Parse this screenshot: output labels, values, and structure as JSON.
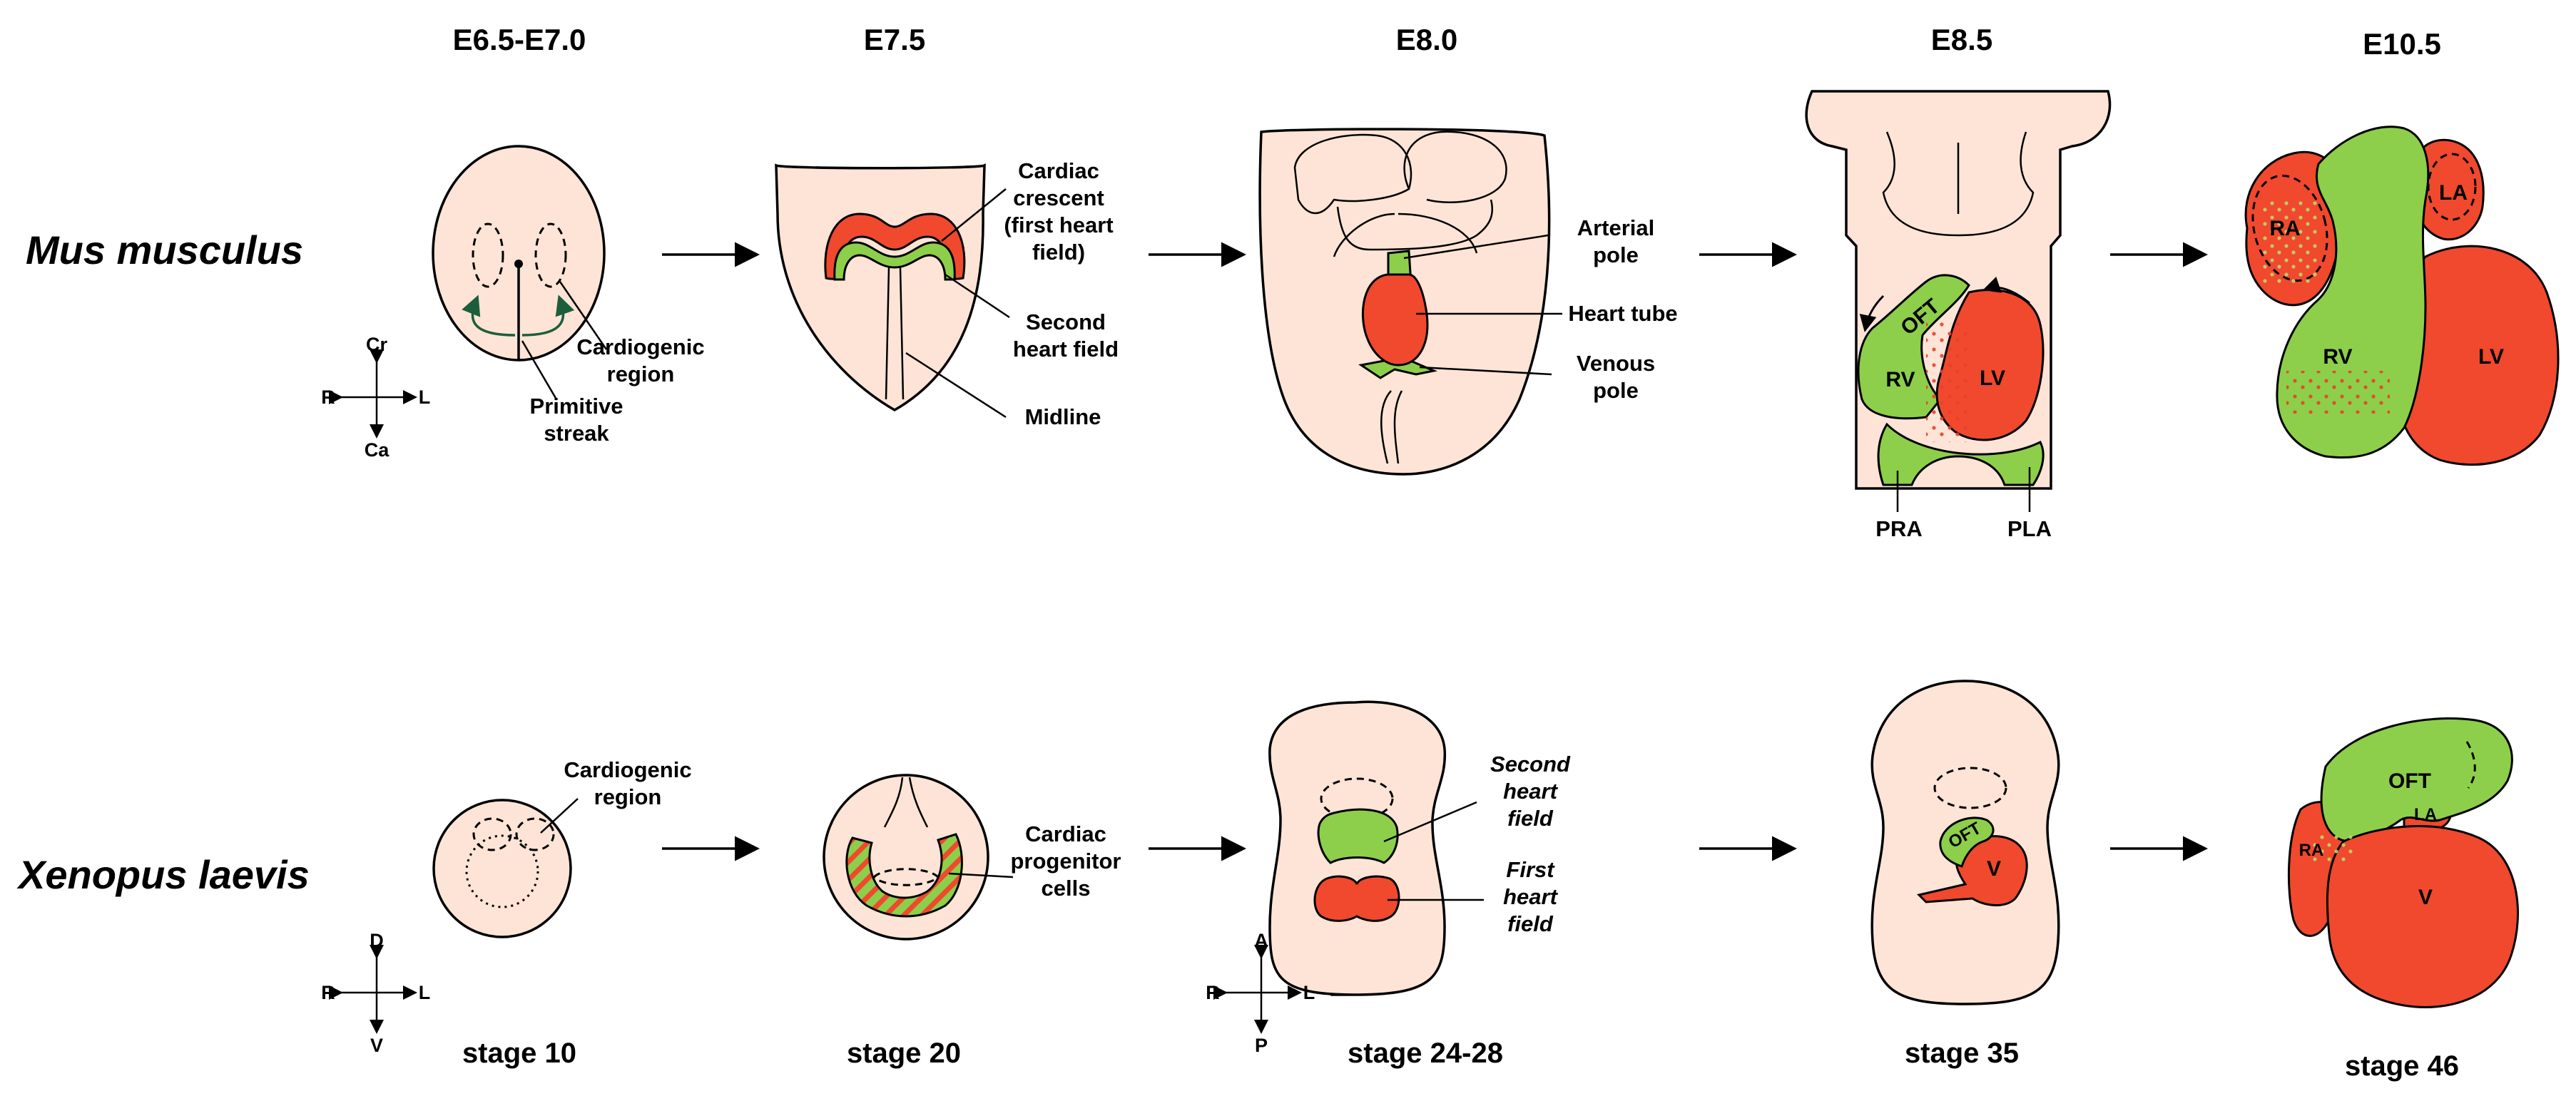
{
  "stage_headers": {
    "e65": "E6.5-E7.0",
    "e75": "E7.5",
    "e80": "E8.0",
    "e85": "E8.5",
    "e105": "E10.5"
  },
  "species": {
    "mouse": "Mus musculus",
    "frog": "Xenopus laevis"
  },
  "mouse_labels": {
    "cardiogenic_region_1": "Cardiogenic",
    "cardiogenic_region_2": "region",
    "primitive_streak_1": "Primitive",
    "primitive_streak_2": "streak",
    "cardiac_crescent_1": "Cardiac",
    "cardiac_crescent_2": "crescent",
    "cardiac_crescent_3": "(first heart",
    "cardiac_crescent_4": "field)",
    "second_field_1": "Second",
    "second_field_2": "heart field",
    "midline": "Midline",
    "arterial_pole_1": "Arterial",
    "arterial_pole_2": "pole",
    "heart_tube": "Heart tube",
    "venous_pole_1": "Venous",
    "venous_pole_2": "pole",
    "pra": "PRA",
    "pla": "PLA"
  },
  "frog_labels": {
    "cardiogenic_region_1": "Cardiogenic",
    "cardiogenic_region_2": "region",
    "progenitor_1": "Cardiac",
    "progenitor_2": "progenitor",
    "progenitor_3": "cells",
    "second_field_1": "Second",
    "second_field_2": "heart",
    "second_field_3": "field",
    "first_field_1": "First",
    "first_field_2": "heart",
    "first_field_3": "field"
  },
  "organs": {
    "oft": "OFT",
    "rv": "RV",
    "lv": "LV",
    "ra": "RA",
    "la": "LA",
    "v": "V"
  },
  "axes": {
    "cr": "Cr",
    "ca": "Ca",
    "r": "R",
    "l": "L",
    "d": "D",
    "v": "V",
    "a": "A",
    "p": "P"
  },
  "stage_footers": {
    "s10": "stage 10",
    "s20": "stage 20",
    "s24": "stage 24-28",
    "s35": "stage 35",
    "s46": "stage 46"
  },
  "colors": {
    "first_heart_field": "#f0492e",
    "second_heart_field": "#8dcf4a",
    "embryo_tissue": "#fde4d6"
  }
}
